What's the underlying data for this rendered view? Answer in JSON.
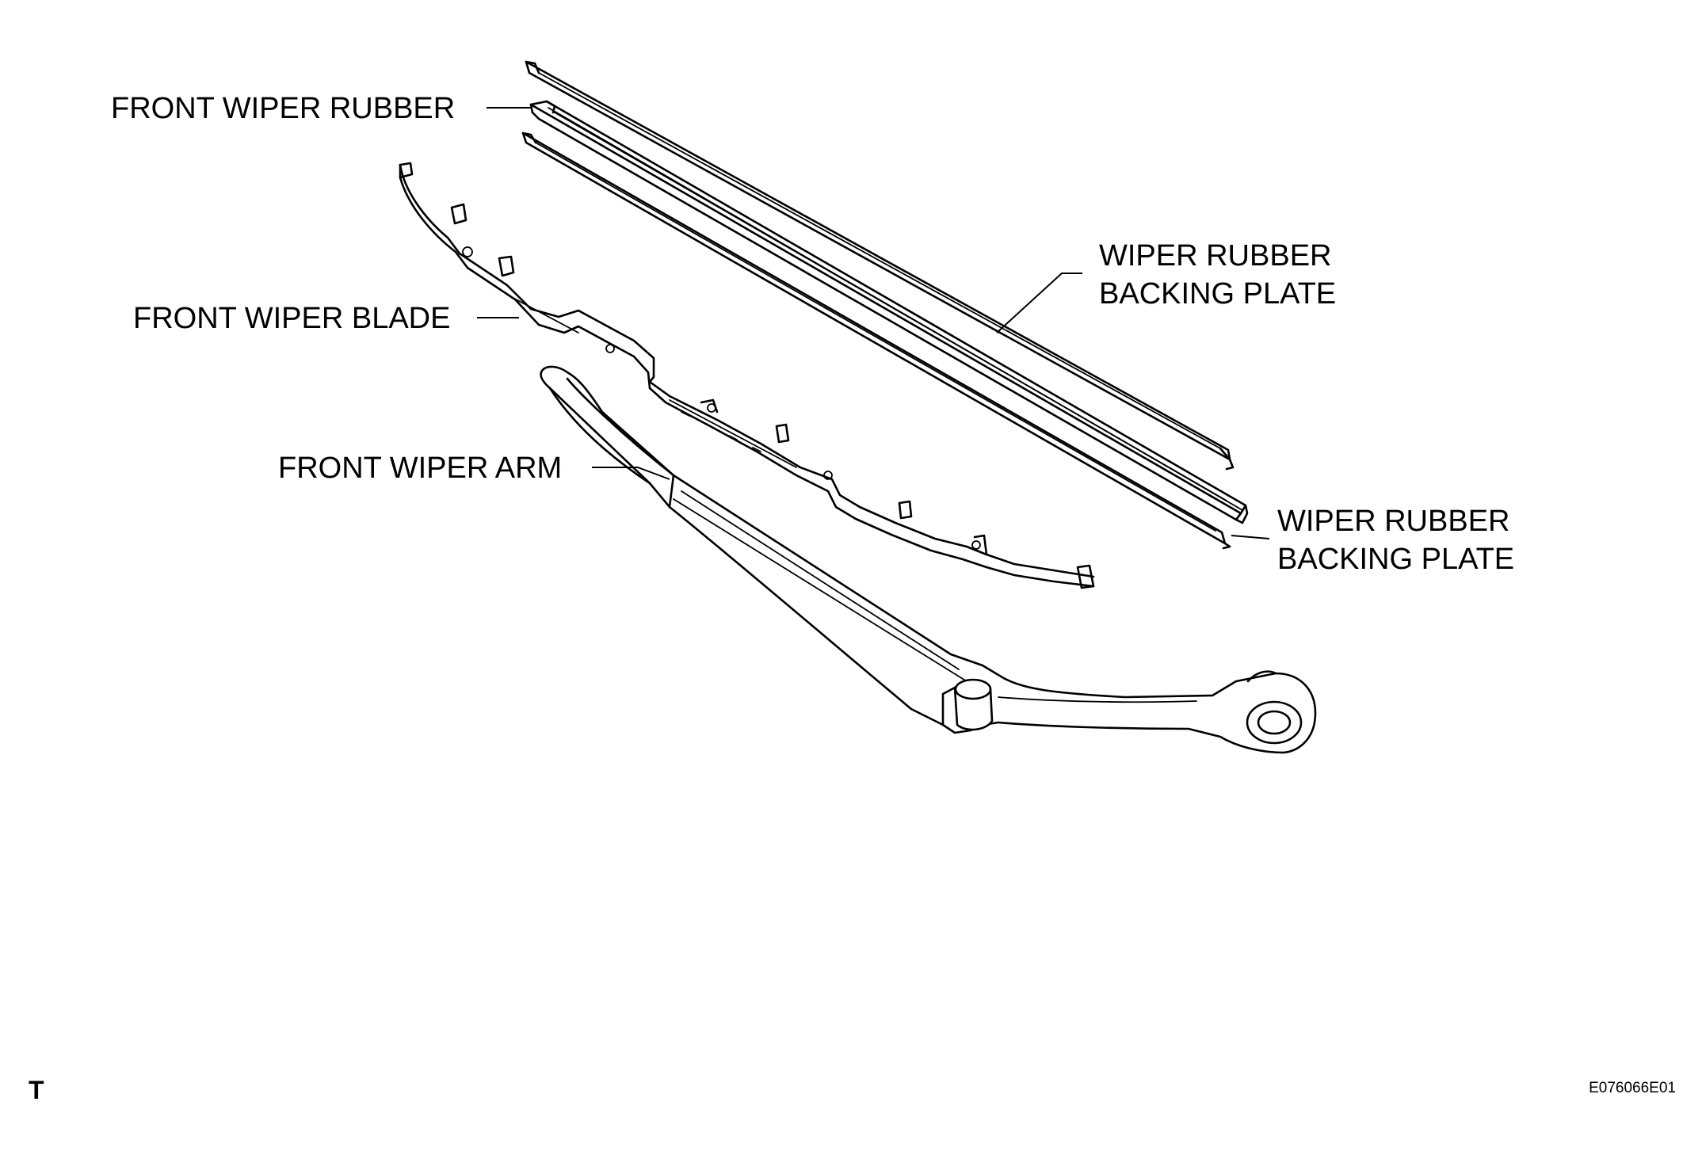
{
  "labels": {
    "front_wiper_rubber": "FRONT WIPER RUBBER",
    "front_wiper_blade": "FRONT WIPER BLADE",
    "front_wiper_arm": "FRONT WIPER ARM",
    "backing_plate_upper": [
      "WIPER RUBBER",
      "BACKING PLATE"
    ],
    "backing_plate_lower": [
      "WIPER RUBBER",
      "BACKING PLATE"
    ]
  },
  "corner_mark": "T",
  "figure_code": "E076066E01"
}
